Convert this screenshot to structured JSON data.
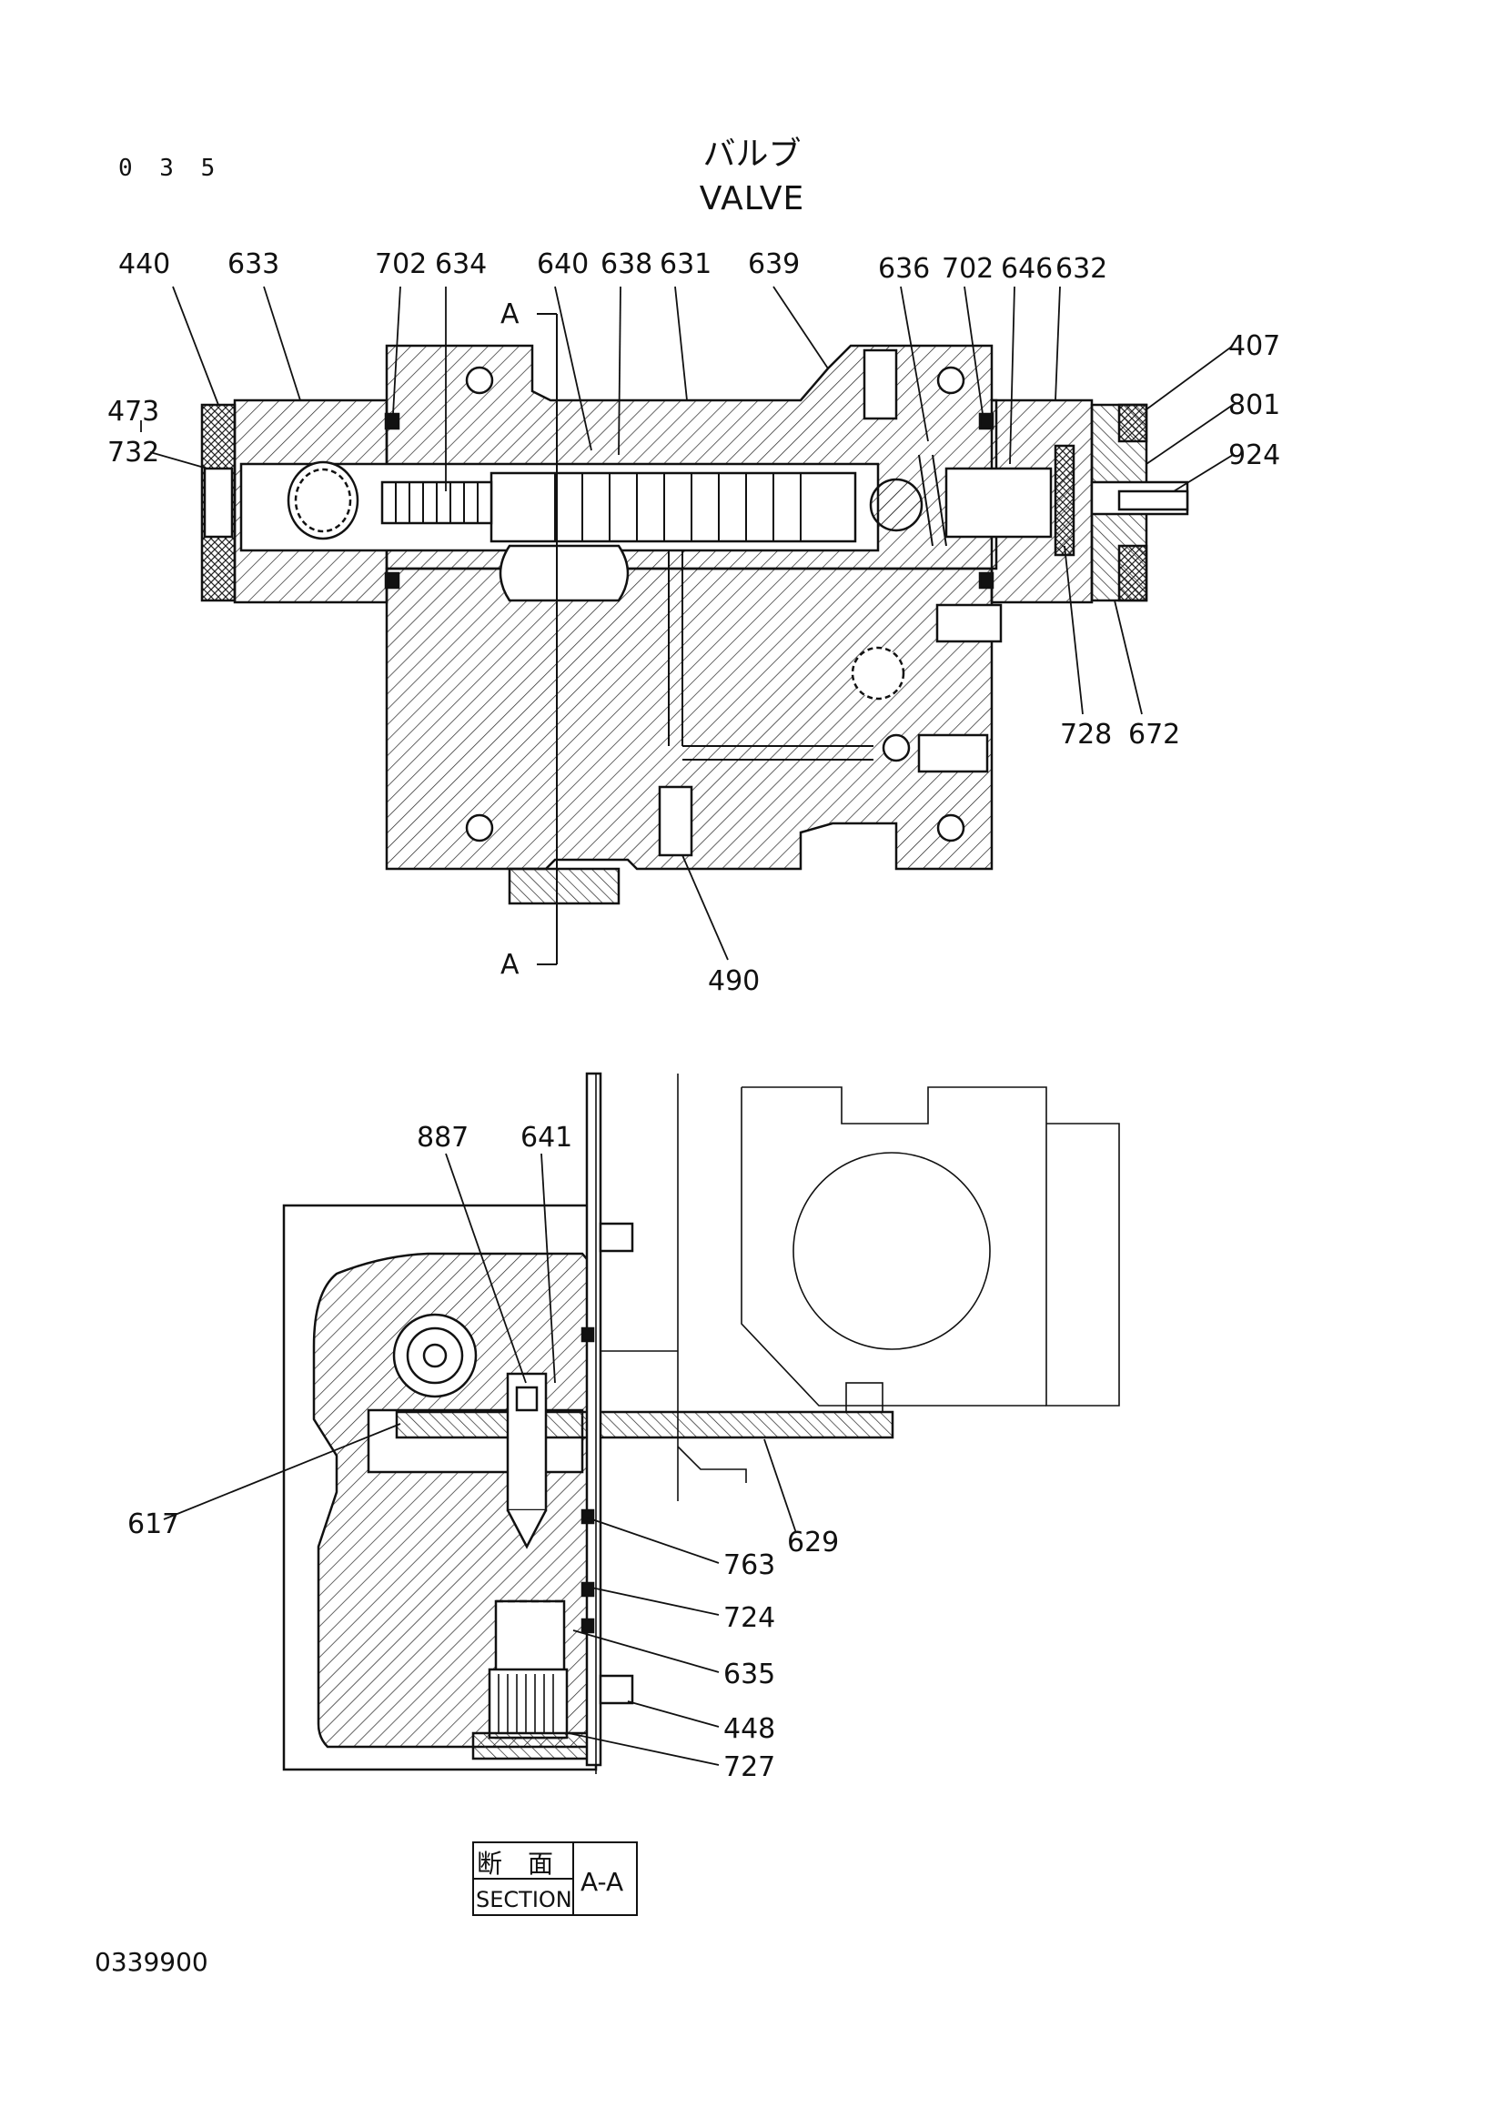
{
  "page_number": "0 3 5",
  "title_jp": "バルブ",
  "title_en": "VALVE",
  "drawing_number": "0339900",
  "section_marker": "A",
  "section_box": {
    "jp": "断　面",
    "en": "SECTION",
    "ref": "A-A"
  },
  "top_view_labels": [
    "440",
    "633",
    "702",
    "634",
    "640",
    "638",
    "631",
    "639",
    "636",
    "702",
    "646",
    "632",
    "407",
    "801",
    "924",
    "473",
    "732",
    "728",
    "672",
    "490"
  ],
  "section_view_labels": [
    "887",
    "641",
    "617",
    "629",
    "763",
    "724",
    "635",
    "448",
    "727"
  ]
}
